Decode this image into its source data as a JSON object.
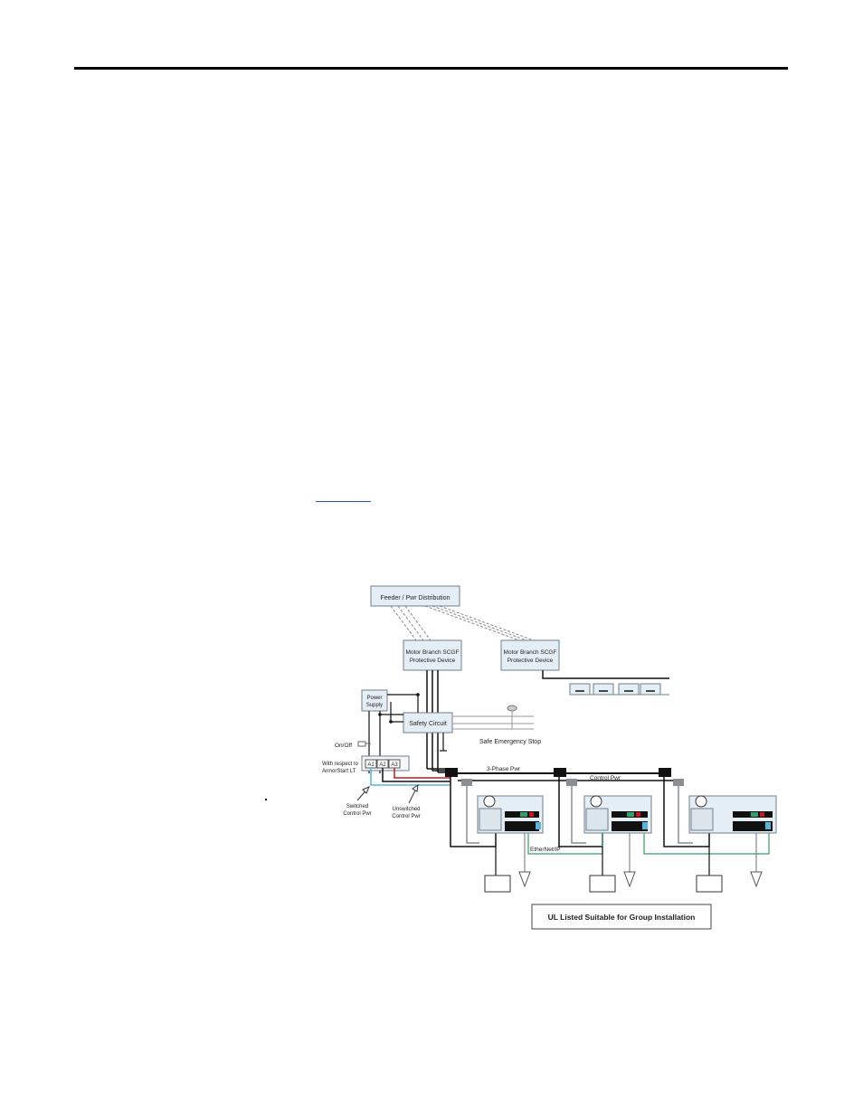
{
  "link": {
    "text": ""
  },
  "diagram": {
    "feeder": "Feeder / Pwr Distribution",
    "branch_left": [
      "Motor Branch SCGF",
      "Protective Device"
    ],
    "branch_right": [
      "Motor Branch SCGF",
      "Protective Device"
    ],
    "power_supply": [
      "Power",
      "Supply"
    ],
    "safety_circuit": "Safety Circuit",
    "estop": "Safe Emergency Stop",
    "on_off": "On/Off",
    "with_respect": [
      "With respect to",
      "ArmorStart LT"
    ],
    "terminals": [
      "A1",
      "A2",
      "A3"
    ],
    "switched": [
      "Switched",
      "Control Pwr"
    ],
    "unswitched": [
      "Unswitched",
      "Control Pwr"
    ],
    "three_phase": "3-Phase Pwr",
    "control_pwr": "Control Pwr",
    "ethernet": "EtherNet/IP",
    "ul_label": "UL Listed Suitable for Group Installation"
  },
  "colors": {
    "box_fill": "#e6eef5",
    "box_stroke": "#6d7f8f",
    "wire_black": "#111111",
    "wire_red": "#c8171d",
    "wire_cyan": "#59b6d8",
    "wire_green": "#33a06a",
    "connector_gray": "#8a8f93"
  }
}
